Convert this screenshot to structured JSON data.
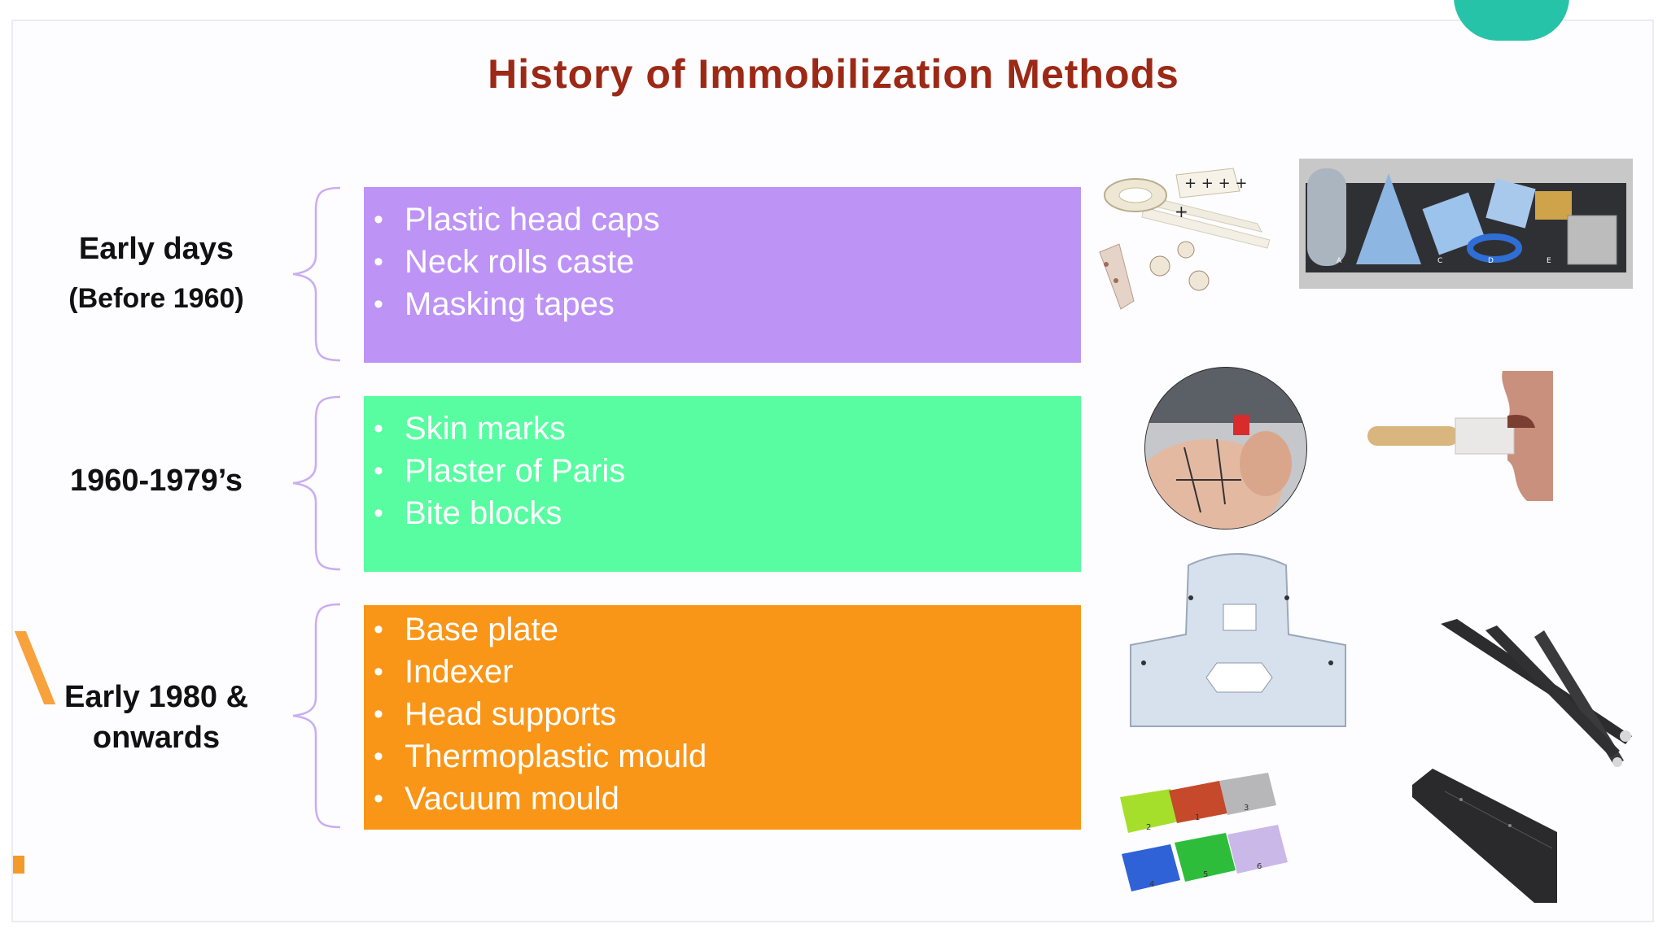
{
  "title": "History of Immobilization Methods",
  "rows": [
    {
      "label_main": "Early days",
      "label_sub": "(Before 1960)",
      "color": "#bd94f5",
      "items": [
        "Plastic head caps",
        "Neck rolls caste",
        "Masking tapes"
      ]
    },
    {
      "label_main": "1960-1979’s",
      "color": "#58fca1",
      "items": [
        "Skin marks",
        "Plaster of Paris",
        "Bite blocks"
      ]
    },
    {
      "label_main": "Early 1980 &",
      "label_line2": "onwards",
      "color": "#f99618",
      "items": [
        "Base plate",
        "Indexer",
        "Head supports",
        "Thermoplastic mould",
        "Vacuum mould"
      ]
    }
  ],
  "brace_color": "#c9aef2",
  "photos": {
    "tray_letters": [
      "A",
      "C",
      "D",
      "E"
    ],
    "mould_numbers": [
      "2",
      "1",
      "3",
      "4",
      "5",
      "6"
    ]
  }
}
